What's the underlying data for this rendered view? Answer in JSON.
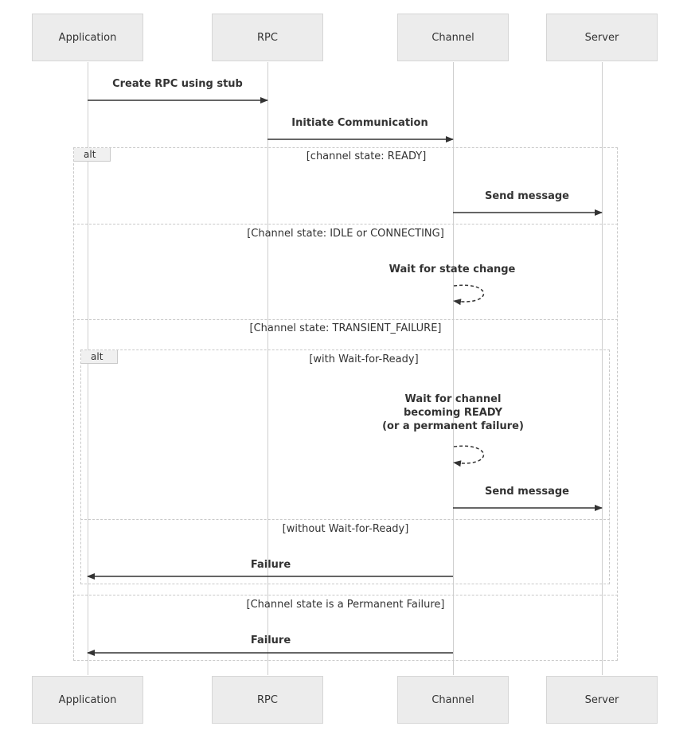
{
  "actors": {
    "application": "Application",
    "rpc": "RPC",
    "channel": "Channel",
    "server": "Server"
  },
  "messages": {
    "create_rpc": "Create RPC using stub",
    "initiate": "Initiate Communication",
    "send_message_1": "Send message",
    "wait_state_change": "Wait for state change",
    "wait_ready_line1": "Wait for channel",
    "wait_ready_line2": "becoming READY",
    "wait_ready_line3": "(or a permanent failure)",
    "send_message_2": "Send message",
    "failure_1": "Failure",
    "failure_2": "Failure"
  },
  "fragments": {
    "outer_label": "alt",
    "outer_cond_1": "[channel state: READY]",
    "outer_cond_2": "[Channel state: IDLE or CONNECTING]",
    "outer_cond_3": "[Channel state: TRANSIENT_FAILURE]",
    "outer_cond_4": "[Channel state is a Permanent Failure]",
    "inner_label": "alt",
    "inner_cond_1": "[with Wait-for-Ready]",
    "inner_cond_2": "[without Wait-for-Ready]"
  }
}
